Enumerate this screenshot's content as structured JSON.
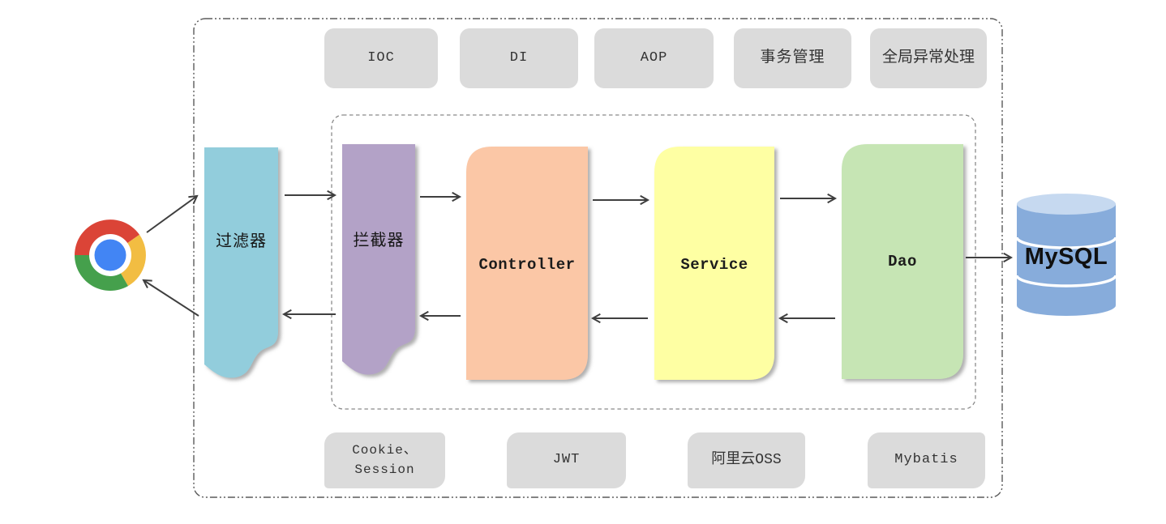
{
  "styles": {
    "arrow_color": "#3f3f3f",
    "outer_border_color": "#5a5a5a",
    "inner_border_color": "#8a8a8a",
    "feature_box_bg": "#dbdbdb"
  },
  "features_top": [
    {
      "label": "IOC"
    },
    {
      "label": "DI"
    },
    {
      "label": "AOP"
    },
    {
      "label": "事务管理"
    },
    {
      "label": "全局异常处理"
    }
  ],
  "features_bottom": [
    {
      "label": "Cookie、\nSession"
    },
    {
      "label": "JWT"
    },
    {
      "label": "阿里云OSS"
    },
    {
      "label": "Mybatis"
    }
  ],
  "flow_nodes": [
    {
      "id": "filter",
      "label": "过滤器",
      "color": "#92cddc"
    },
    {
      "id": "interceptor",
      "label": "拦截器",
      "color": "#b3a2c7"
    },
    {
      "id": "controller",
      "label": "Controller",
      "color": "#fbc7a6"
    },
    {
      "id": "service",
      "label": "Service",
      "color": "#feffa3"
    },
    {
      "id": "dao",
      "label": "Dao",
      "color": "#c6e5b4"
    }
  ],
  "database": {
    "label": "MySQL",
    "body_color": "#87acdb",
    "top_color": "#c6d9f0"
  },
  "browser": {
    "icon": "chrome-browser-icon",
    "colors": {
      "red": "#db4437",
      "yellow": "#f2bd42",
      "green": "#45a04c",
      "blue": "#4285f4",
      "ring": "#ffffff"
    }
  }
}
